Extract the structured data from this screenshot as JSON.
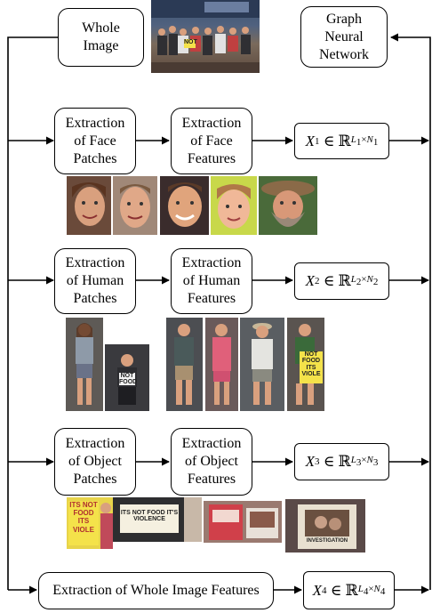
{
  "nodes": {
    "whole_image": "Whole\nImage",
    "gnn": "Graph\nNeural\nNetwork",
    "face_patches": "Extraction\nof Face\nPatches",
    "face_features": "Extraction\nof Face\nFeatures",
    "human_patches": "Extraction\nof Human\nPatches",
    "human_features": "Extraction\nof Human\nFeatures",
    "object_patches": "Extraction\nof Object\nPatches",
    "object_features": "Extraction\nof Object\nFeatures",
    "whole_features": "Extraction of Whole Image Features"
  },
  "outputs": {
    "x1": {
      "var": "X",
      "sub": "1",
      "set": "∈ ℝ",
      "rows": "L",
      "rows_sub": "1",
      "times": "×",
      "cols": "N",
      "cols_sub": "1"
    },
    "x2": {
      "var": "X",
      "sub": "2",
      "set": "∈ ℝ",
      "rows": "L",
      "rows_sub": "2",
      "times": "×",
      "cols": "N",
      "cols_sub": "2"
    },
    "x3": {
      "var": "X",
      "sub": "3",
      "set": "∈ ℝ",
      "rows": "L",
      "rows_sub": "3",
      "times": "×",
      "cols": "N",
      "cols_sub": "3"
    },
    "x4": {
      "var": "X",
      "sub": "4",
      "set": "∈ ℝ",
      "rows": "L",
      "rows_sub": "4",
      "times": "×",
      "cols": "N",
      "cols_sub": "4"
    }
  },
  "signs": {
    "group_sign_1": "NOT",
    "human_sign_1": "NOT\nFOOD",
    "human_sign_2": "NOT\nFOOD\nITS\nVIOLE",
    "object_sign_1": "ITS\nNOT\nFOOD\nITS\nVIOLE",
    "object_sign_2": "ITS NOT FOOD\nIT'S VIOLENCE",
    "object_sign_3": "INVESTIGATION"
  },
  "colors": {
    "line": "#000000",
    "skin": "#d9a07e",
    "sign_yellow": "#f4e24a"
  }
}
